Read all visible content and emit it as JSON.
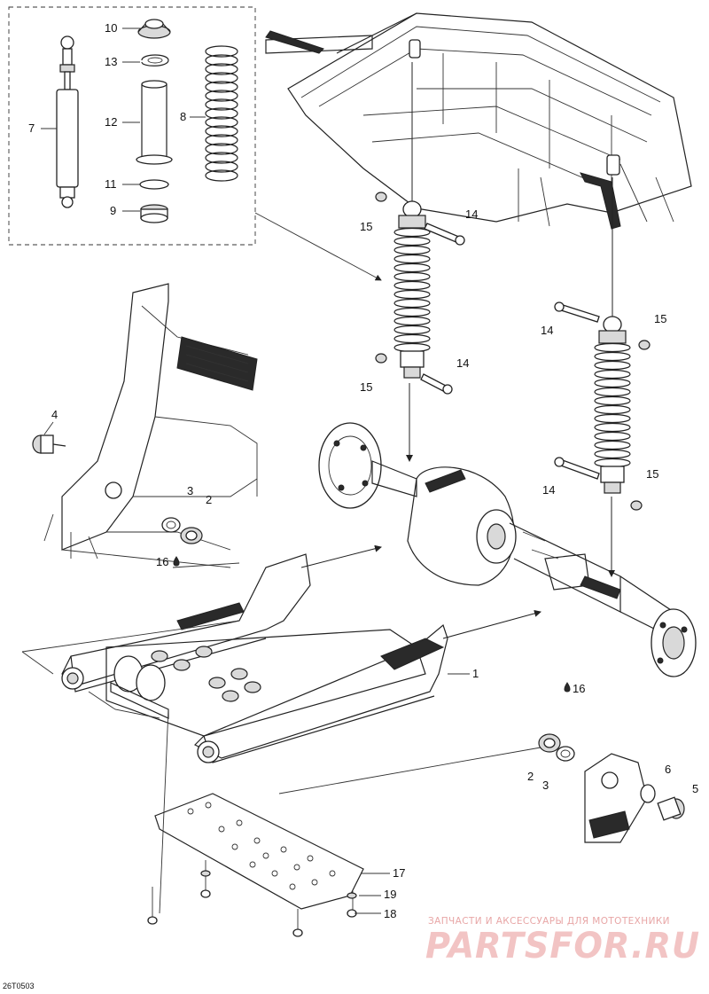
{
  "callouts": {
    "c1": "1",
    "c2a": "2",
    "c2b": "2",
    "c3a": "3",
    "c3b": "3",
    "c4": "4",
    "c5": "5",
    "c6": "6",
    "c7": "7",
    "c8": "8",
    "c9": "9",
    "c10": "10",
    "c11": "11",
    "c12": "12",
    "c13": "13",
    "c14a": "14",
    "c14b": "14",
    "c14c": "14",
    "c14d": "14",
    "c15a": "15",
    "c15b": "15",
    "c15c": "15",
    "c15d": "15",
    "c16a": "16",
    "c16b": "16",
    "c17": "17",
    "c18": "18",
    "c19": "19"
  },
  "drawing_code": "26T0503",
  "watermark": {
    "tagline": "ЗАПЧАСТИ И АКСЕССУАРЫ ДЛЯ МОТОТЕХНИКИ",
    "logo": "PARTSFOR.RU"
  }
}
